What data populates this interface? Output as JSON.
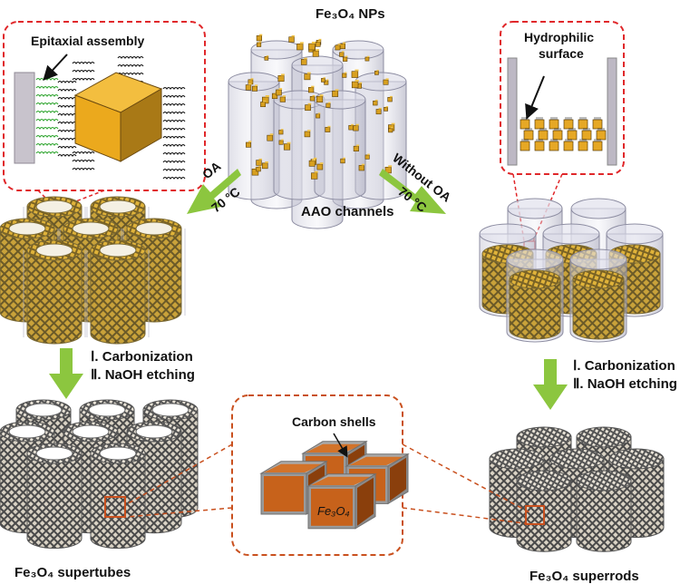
{
  "labels": {
    "np_label": "Fe₃O₄ NPs",
    "aao_label": "AAO channels",
    "epitaxial": "Epitaxial assembly",
    "hydrophilic_line1": "Hydrophilic",
    "hydrophilic_line2": "surface",
    "left_arrow_top": "OA",
    "left_arrow_temp": "70 °C",
    "right_arrow_top": "Without OA",
    "right_arrow_temp": "70 °C",
    "step1_left": "Ⅰ. Carbonization",
    "step2_left": "Ⅱ. NaOH etching",
    "step1_right": "Ⅰ. Carbonization",
    "step2_right": "Ⅱ. NaOH etching",
    "carbon_shells": "Carbon shells",
    "cube_label": "Fe₃O₄",
    "supertubes": "Fe₃O₄ supertubes",
    "superrods": "Fe₃O₄ superrods"
  },
  "colors": {
    "arrow_green": "#8cc63f",
    "inset_red": "#e0272a",
    "inset_orange": "#c9501e",
    "np_gold": "#d8a020",
    "carbon_orange": "#c7621b",
    "shell_gray": "#9a9a9a"
  }
}
